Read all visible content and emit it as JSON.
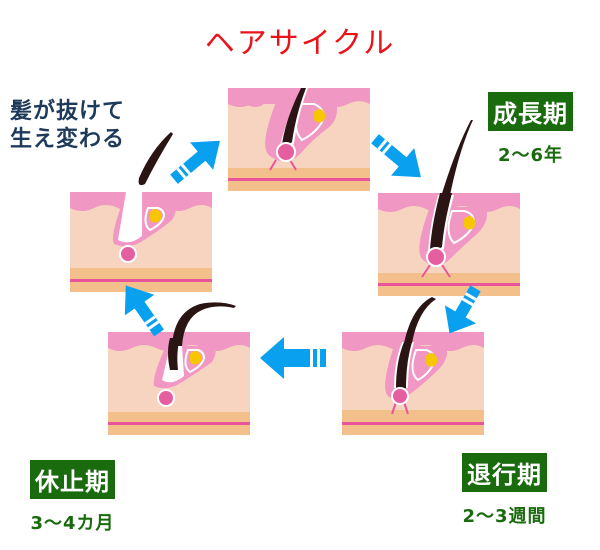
{
  "title": "ヘアサイクル",
  "note": {
    "line1": "髪が抜けて",
    "line2": "生え変わる"
  },
  "phases": [
    {
      "label": "成長期",
      "duration": "2〜6年"
    },
    {
      "label": "退行期",
      "duration": "2〜3週間"
    },
    {
      "label": "休止期",
      "duration": "3〜4カ月"
    }
  ],
  "colors": {
    "title": "#e8141c",
    "phase_bg": "#1a6a0e",
    "arrow": "#0aa0f0",
    "skin": "#f7d4c0",
    "epidermis": "#f097c4",
    "fat_layer": "#f3c08c",
    "line": "#e8559a",
    "papilla": "#e45ea0",
    "hair": "#2a1414",
    "sebaceous": "#f7c600"
  },
  "panels": [
    {
      "id": "top",
      "stage": "new-growth"
    },
    {
      "id": "right-top",
      "stage": "anagen"
    },
    {
      "id": "right-bottom",
      "stage": "catagen"
    },
    {
      "id": "left-bottom",
      "stage": "telogen"
    },
    {
      "id": "left-top",
      "stage": "shedding"
    }
  ]
}
